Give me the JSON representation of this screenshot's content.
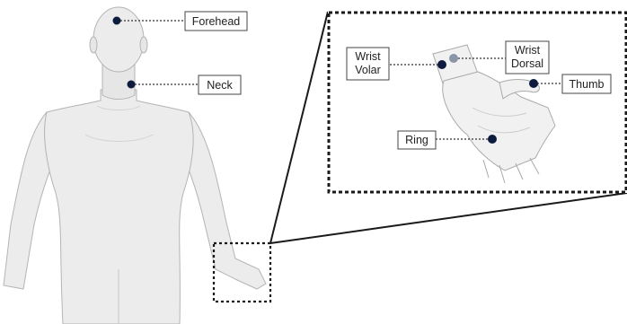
{
  "labels": {
    "forehead": "Forehead",
    "neck": "Neck",
    "wrist_volar": [
      "Wrist",
      "Volar"
    ],
    "wrist_dorsal": [
      "Wrist",
      "Dorsal"
    ],
    "thumb": "Thumb",
    "ring": "Ring"
  },
  "colors": {
    "background": "#ffffff",
    "body_fill": "#ececec",
    "body_stroke": "#b4b4b4",
    "hand_fill": "#f1f1f1",
    "dot": "#0d1b3e",
    "dot_muted": "#8a96a8",
    "label_border": "#444444",
    "dashed_border": "#1a1a1a",
    "leader": "#333333"
  }
}
